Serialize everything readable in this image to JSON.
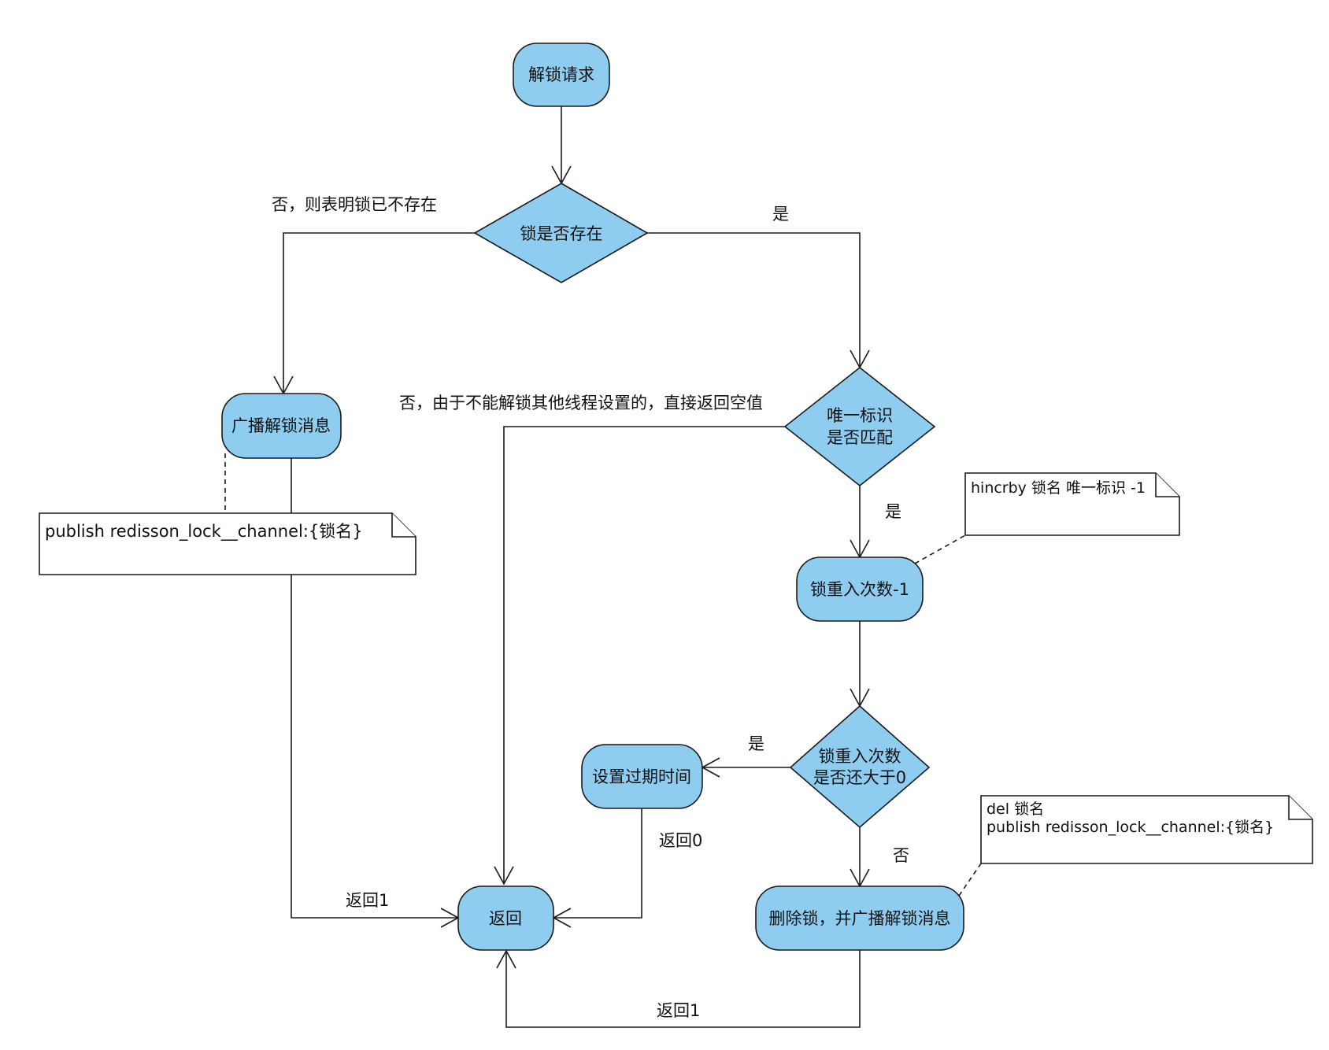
{
  "nodes": {
    "start": "解锁请求",
    "lock_exists": "锁是否存在",
    "broadcast": "广播解锁消息",
    "id_match_l1": "唯一标识",
    "id_match_l2": "是否匹配",
    "decrement": "锁重入次数-1",
    "count_l1": "锁重入次数",
    "count_l2": "是否还大于0",
    "set_expire": "设置过期时间",
    "delete_lock": "删除锁，并广播解锁消息",
    "return": "返回"
  },
  "edges": {
    "no_lock": "否，则表明锁已不存在",
    "yes_exists": "是",
    "no_match": "否，由于不能解锁其他线程设置的，直接返回空值",
    "yes_match": "是",
    "yes_count": "是",
    "no_count": "否",
    "return0": "返回0",
    "return1_left": "返回1",
    "return1_bottom": "返回1"
  },
  "notes": {
    "publish_note": "publish redisson_lock__channel:{锁名}",
    "hincrby_note": "hincrby 锁名 唯一标识 -1",
    "del_note_l1": "del 锁名",
    "del_note_l2": "publish redisson_lock__channel:{锁名}"
  },
  "colors": {
    "node_fill": "#8ecdf0",
    "stroke": "#1a1a1a"
  }
}
